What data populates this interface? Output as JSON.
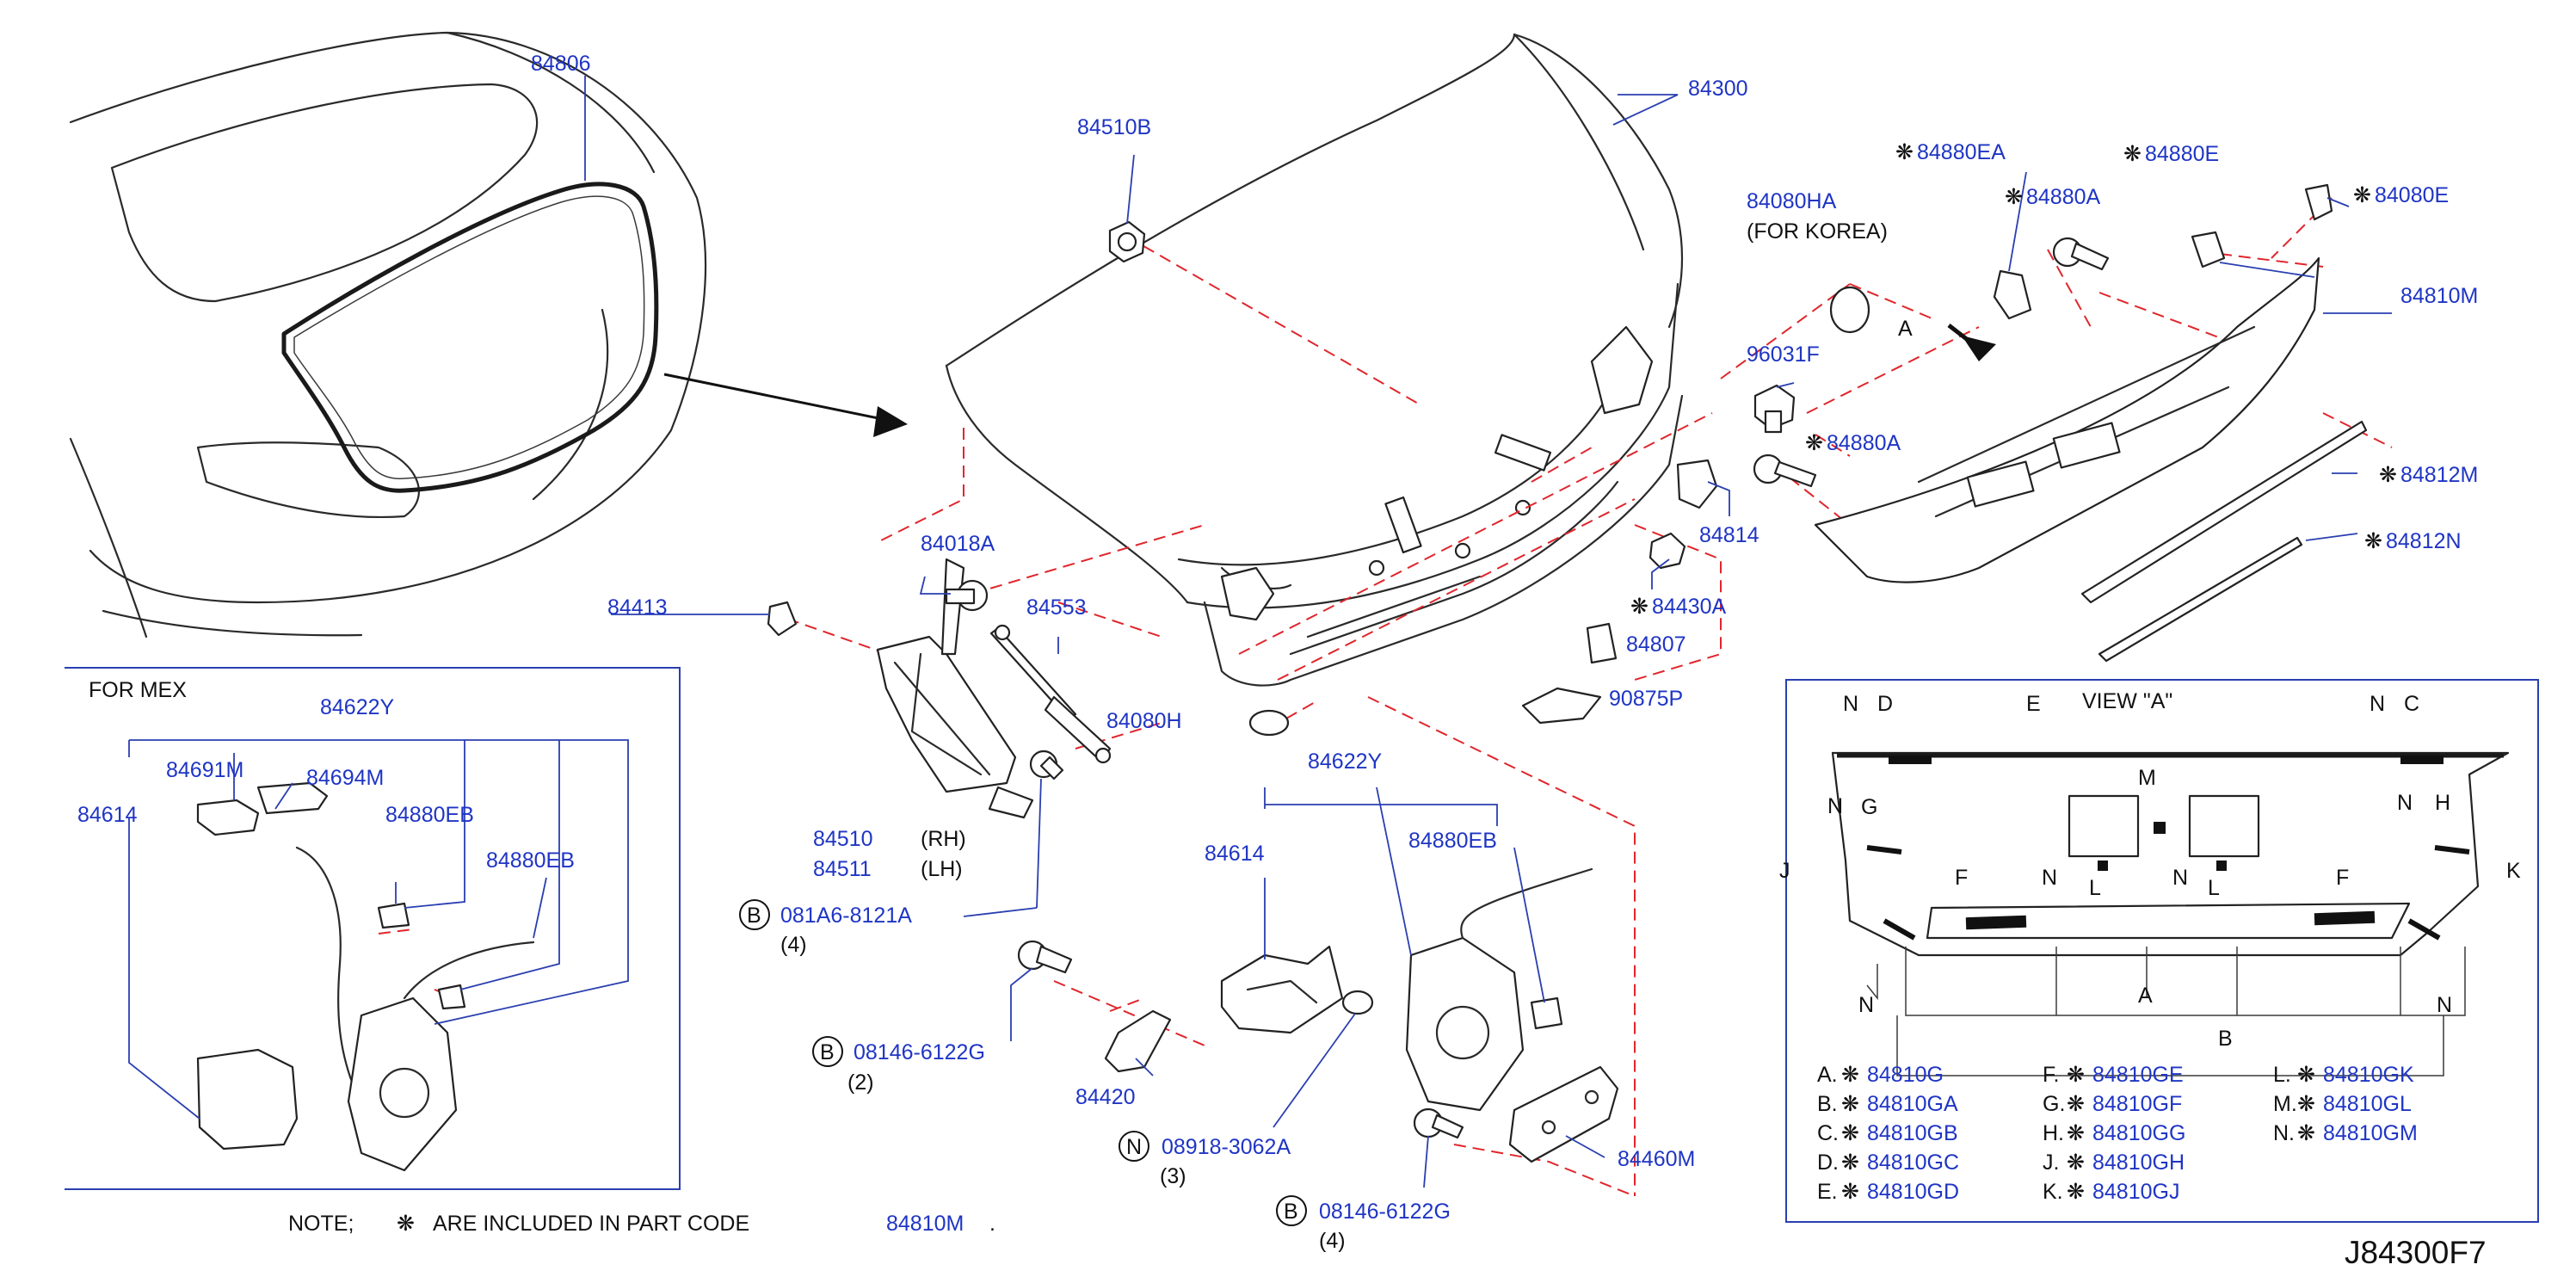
{
  "labels": {
    "l84806": "84806",
    "l84300": "84300",
    "l84510B": "84510B",
    "l84080HA": "84080HA",
    "l84080HA_note": "(FOR   KOREA)",
    "l84880EA": "84880EA",
    "l84880A_top": "84880A",
    "l84880E": "84880E",
    "l84080E": "84080E",
    "l84810M": "84810M",
    "lA_arrow": "A",
    "l96031F": "96031F",
    "l84880A_mid": "84880A",
    "l84812M": "84812M",
    "l84812N": "84812N",
    "l84814": "84814",
    "l84430A": "84430A",
    "l84807": "84807",
    "l90875P": "90875P",
    "l84018A": "84018A",
    "l84553": "84553",
    "l84413": "84413",
    "l84080H": "84080H",
    "l84510": "84510",
    "l84510_rh": "(RH)",
    "l84511": "84511",
    "l84511_lh": "(LH)",
    "b1_letter": "B",
    "b1_code": "081A6-8121A",
    "b1_qty": "(4)",
    "b2_letter": "B",
    "b2_code": "08146-6122G",
    "b2_qty": "(2)",
    "l84420": "84420",
    "n1_letter": "N",
    "n1_code": "08918-3062A",
    "n1_qty": "(3)",
    "b3_letter": "B",
    "b3_code": "08146-6122G",
    "b3_qty": "(4)",
    "l84622Y_mid": "84622Y",
    "l84614_mid": "84614",
    "l84880EB_mid": "84880EB",
    "l84460M": "84460M",
    "for_mex": "FOR   MEX",
    "l84622Y_left": "84622Y",
    "l84691M": "84691M",
    "l84694M": "84694M",
    "l84614_left": "84614",
    "l84880EB_left1": "84880EB",
    "l84880EB_left2": "84880EB",
    "view_title": "VIEW   \"A\"",
    "note_prefix": "NOTE;",
    "note_body": "ARE   INCLUDED   IN   PART   CODE",
    "note_code": "84810M",
    "note_end": ".",
    "diagram_code": "J84300F7"
  },
  "view_a": {
    "letters": {
      "N1": "N",
      "D": "D",
      "E": "E",
      "N2": "N",
      "C": "C",
      "M": "M",
      "N3": "N",
      "G": "G",
      "N4": "N",
      "H": "H",
      "J": "J",
      "F1": "F",
      "N5": "N",
      "N6": "N",
      "F2": "F",
      "K": "K",
      "L1": "L",
      "L2": "L",
      "N7": "N",
      "A": "A",
      "N8": "N",
      "B": "B"
    },
    "legend_col1": [
      {
        "key": "A.",
        "code": "84810G"
      },
      {
        "key": "B.",
        "code": "84810GA"
      },
      {
        "key": "C.",
        "code": "84810GB"
      },
      {
        "key": "D.",
        "code": "84810GC"
      },
      {
        "key": "E.",
        "code": "84810GD"
      }
    ],
    "legend_col2": [
      {
        "key": "F.",
        "code": "84810GE"
      },
      {
        "key": "G.",
        "code": "84810GF"
      },
      {
        "key": "H.",
        "code": "84810GG"
      },
      {
        "key": "J.",
        "code": "84810GH"
      },
      {
        "key": "K.",
        "code": "84810GJ"
      }
    ],
    "legend_col3": [
      {
        "key": "L.",
        "code": "84810GK"
      },
      {
        "key": "M.",
        "code": "84810GL"
      },
      {
        "key": "N.",
        "code": "84810GM"
      }
    ]
  },
  "symbol": "❋",
  "colors": {
    "label_blue": "#1f35c4",
    "leader_blue": "#2a3fb0",
    "dash_red": "#e0262c",
    "ink": "#222222"
  }
}
